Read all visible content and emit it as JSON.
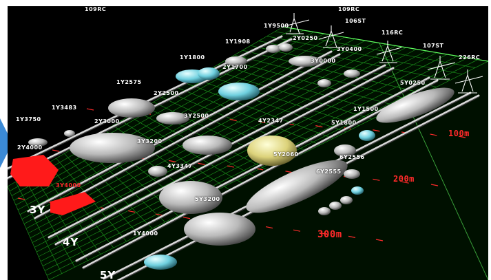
{
  "colors": {
    "background": "#000000",
    "grid": "#1fa21f",
    "grid_edge": "#5fff5f",
    "distance_marker": "#ff2a2a",
    "pile_normal": "#c9c9c9",
    "pile_cyan": "#7fd9e6",
    "pile_yellow": "#e6e08a",
    "pile_red": "#ff1a1a",
    "nav_arrow": "#3b8ad6"
  },
  "rows": {
    "r3": "3Y",
    "r4": "4Y",
    "r5": "5Y"
  },
  "distances": {
    "d100": "100m",
    "d200": "200m",
    "d300": "300m"
  },
  "machines": {
    "m1": "109RC",
    "m2": "106ST",
    "m3": "116RC",
    "m4": "107ST",
    "m5": "226RC"
  },
  "piles": {
    "p01": "1Y9500",
    "p02": "1Y1908",
    "p03": "2Y0250",
    "p04": "3Y0400",
    "p05": "1Y1800",
    "p06": "2Y1700",
    "p07": "3Y0000",
    "p08": "1Y2575",
    "p09": "2Y2500",
    "p10": "1Y3483",
    "p11": "1Y3750",
    "p12": "2Y3000",
    "p13": "3Y2500",
    "p14": "4Y2347",
    "p15": "1Y1500",
    "p16": "5Y0250",
    "p17": "5Y1800",
    "p18": "2Y4000",
    "p19": "3Y3200",
    "p20": "4Y3347",
    "p21": "5Y2060",
    "p22": "6Y2556",
    "p23": "3Y4000",
    "p24": "6Y2555",
    "p25": "5Y3200",
    "p26": "1Y4000"
  }
}
